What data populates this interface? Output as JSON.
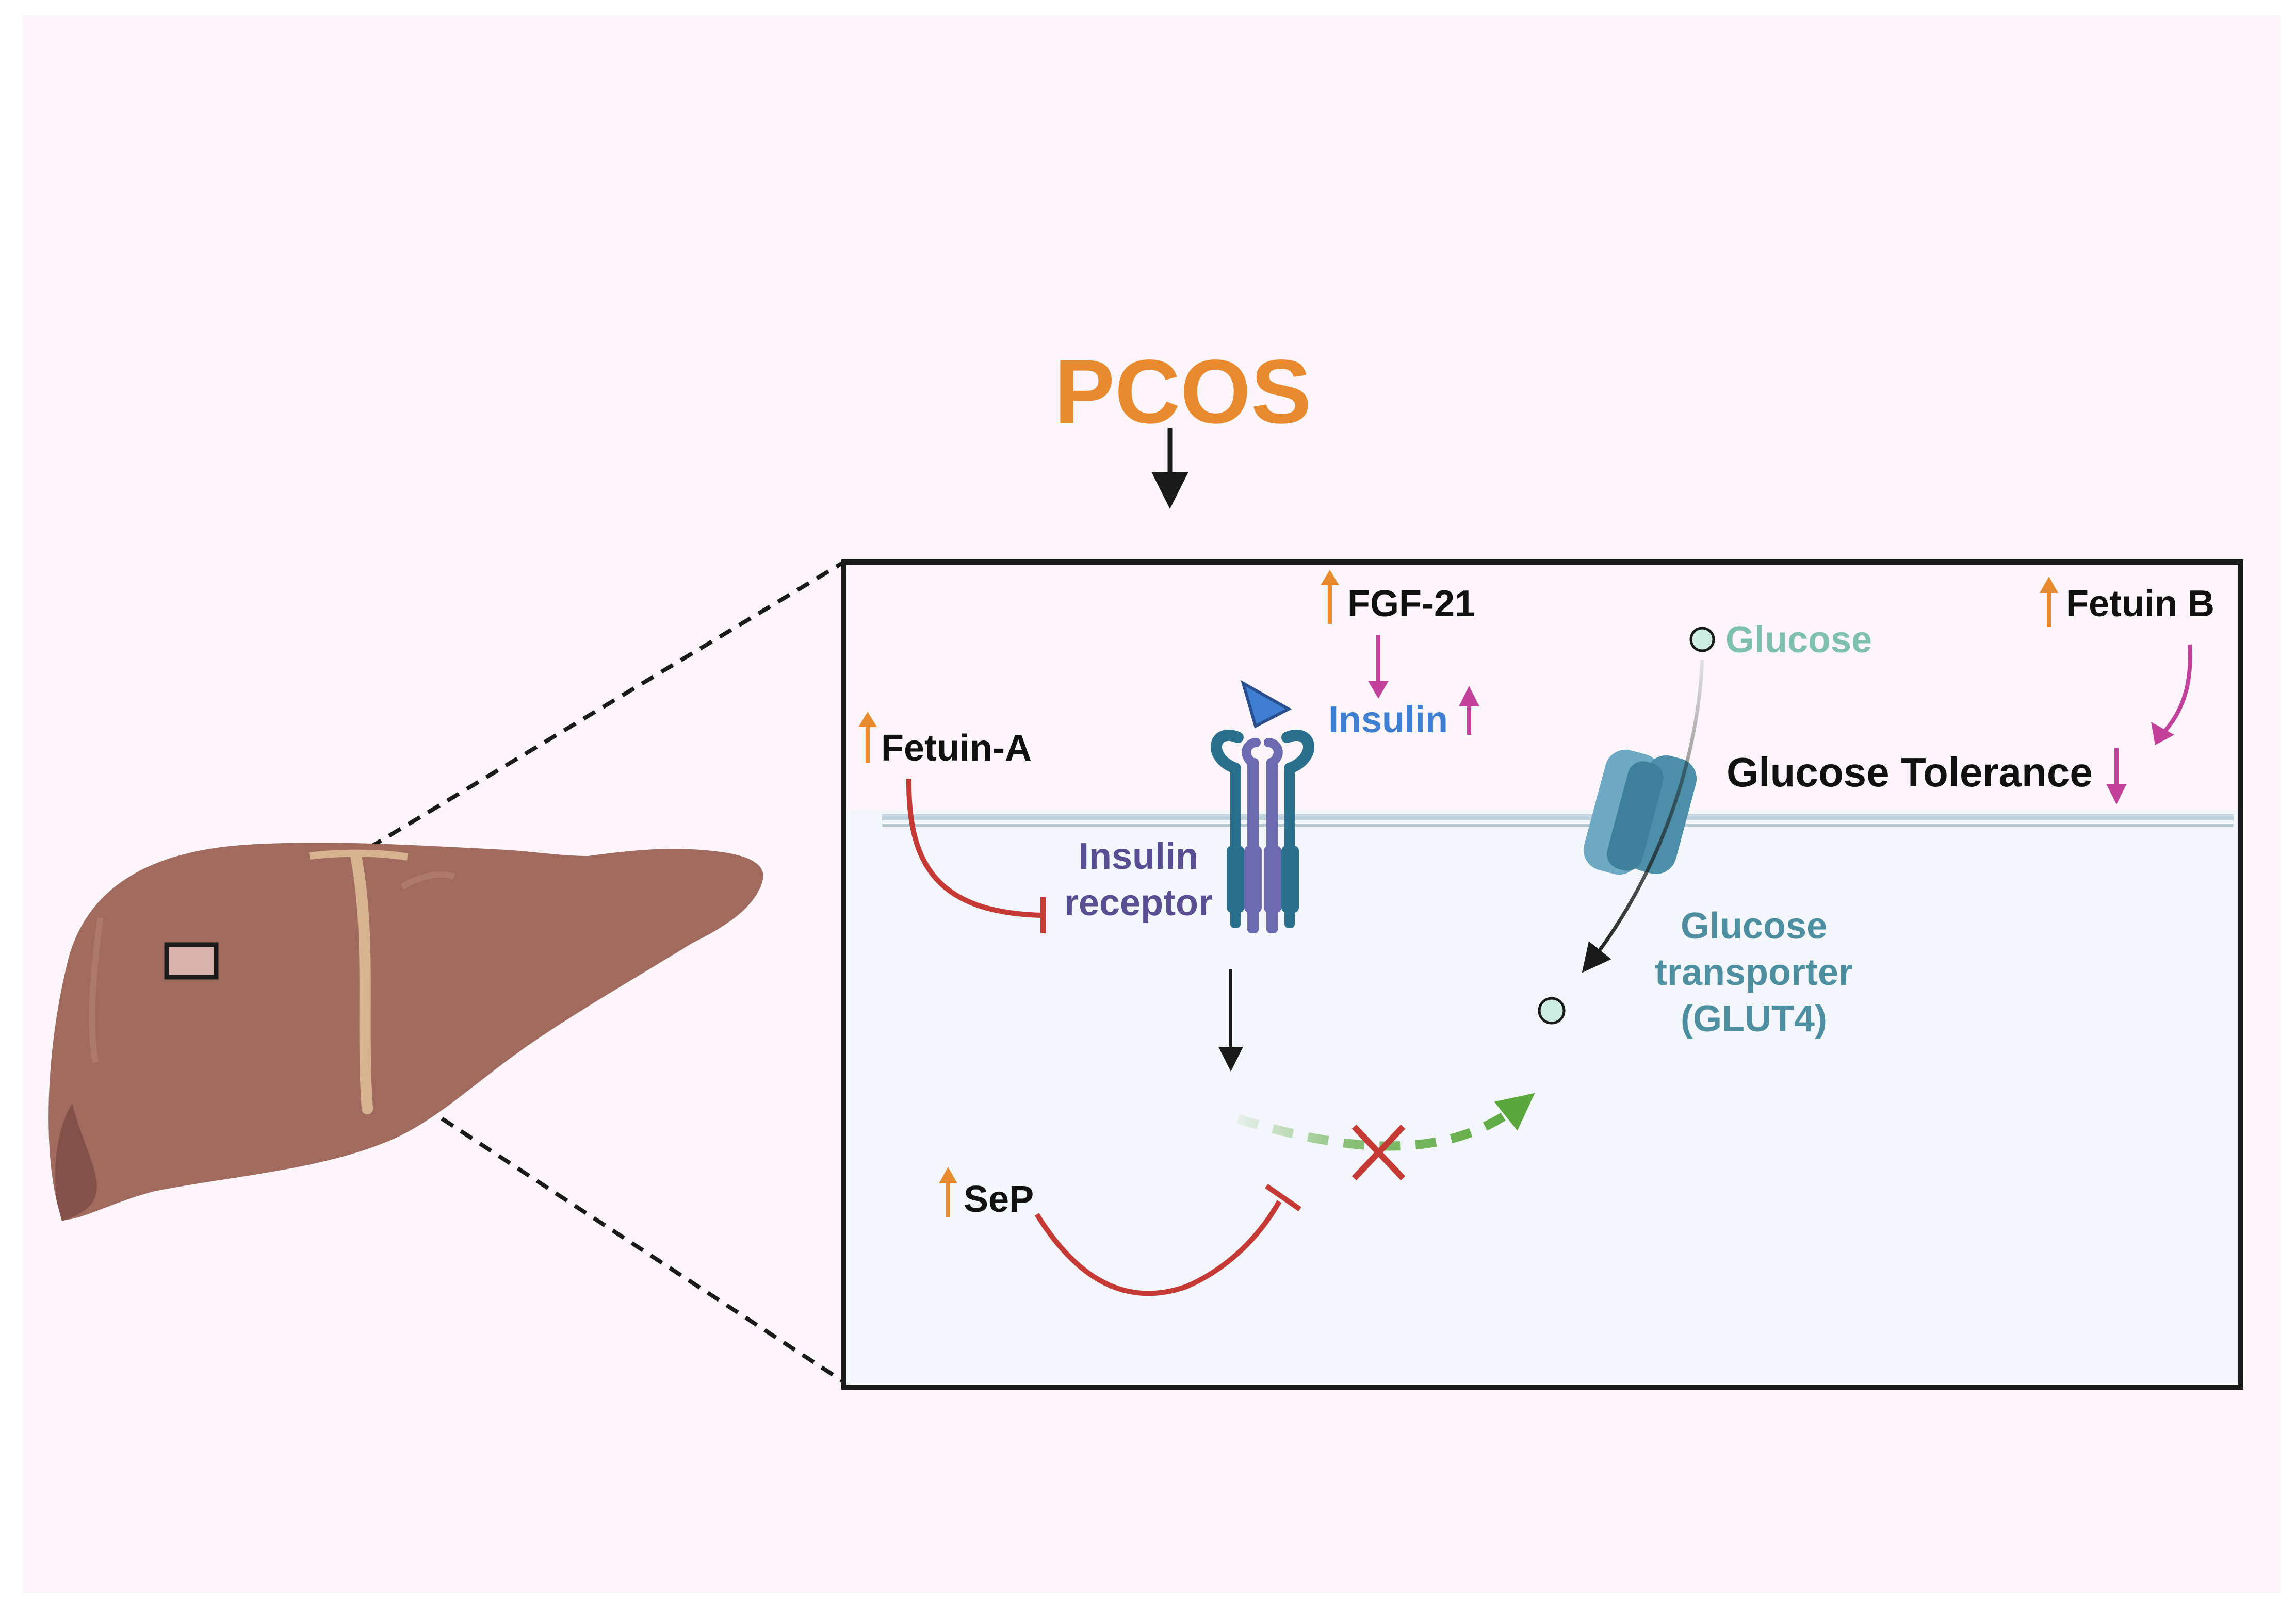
{
  "title": "PCOS",
  "labels": {
    "fgf21": "FGF-21",
    "fetuin_b": "Fetuin B",
    "fetuin_a": "Fetuin-A",
    "insulin": "Insulin",
    "glucose": "Glucose",
    "glucose_tolerance": "Glucose Tolerance",
    "insulin_receptor_line1": "Insulin",
    "insulin_receptor_line2": "receptor",
    "glut4_line1": "Glucose",
    "glut4_line2": "transporter",
    "glut4_line3": "(GLUT4)",
    "sep": "SeP"
  },
  "colors": {
    "background": "#fcf6fa",
    "title": "#e98a2e",
    "increase_arrow": "#e98a2e",
    "decrease_arrow": "#c2419a",
    "inhibition": "#c63a35",
    "insulin_text": "#3f7fd1",
    "receptor_text": "#5a4e93",
    "transporter_text": "#4d8fa1",
    "glucose_text": "#7fbfae",
    "signal_arrow": "#5aa83c",
    "liver": "#a16a5e",
    "cell_interior": "#f3f7fb"
  },
  "icons": [
    "liver-icon",
    "insulin-receptor-icon",
    "insulin-ligand-icon",
    "glut4-transporter-icon",
    "glucose-molecule-icon",
    "blocked-x-icon"
  ]
}
